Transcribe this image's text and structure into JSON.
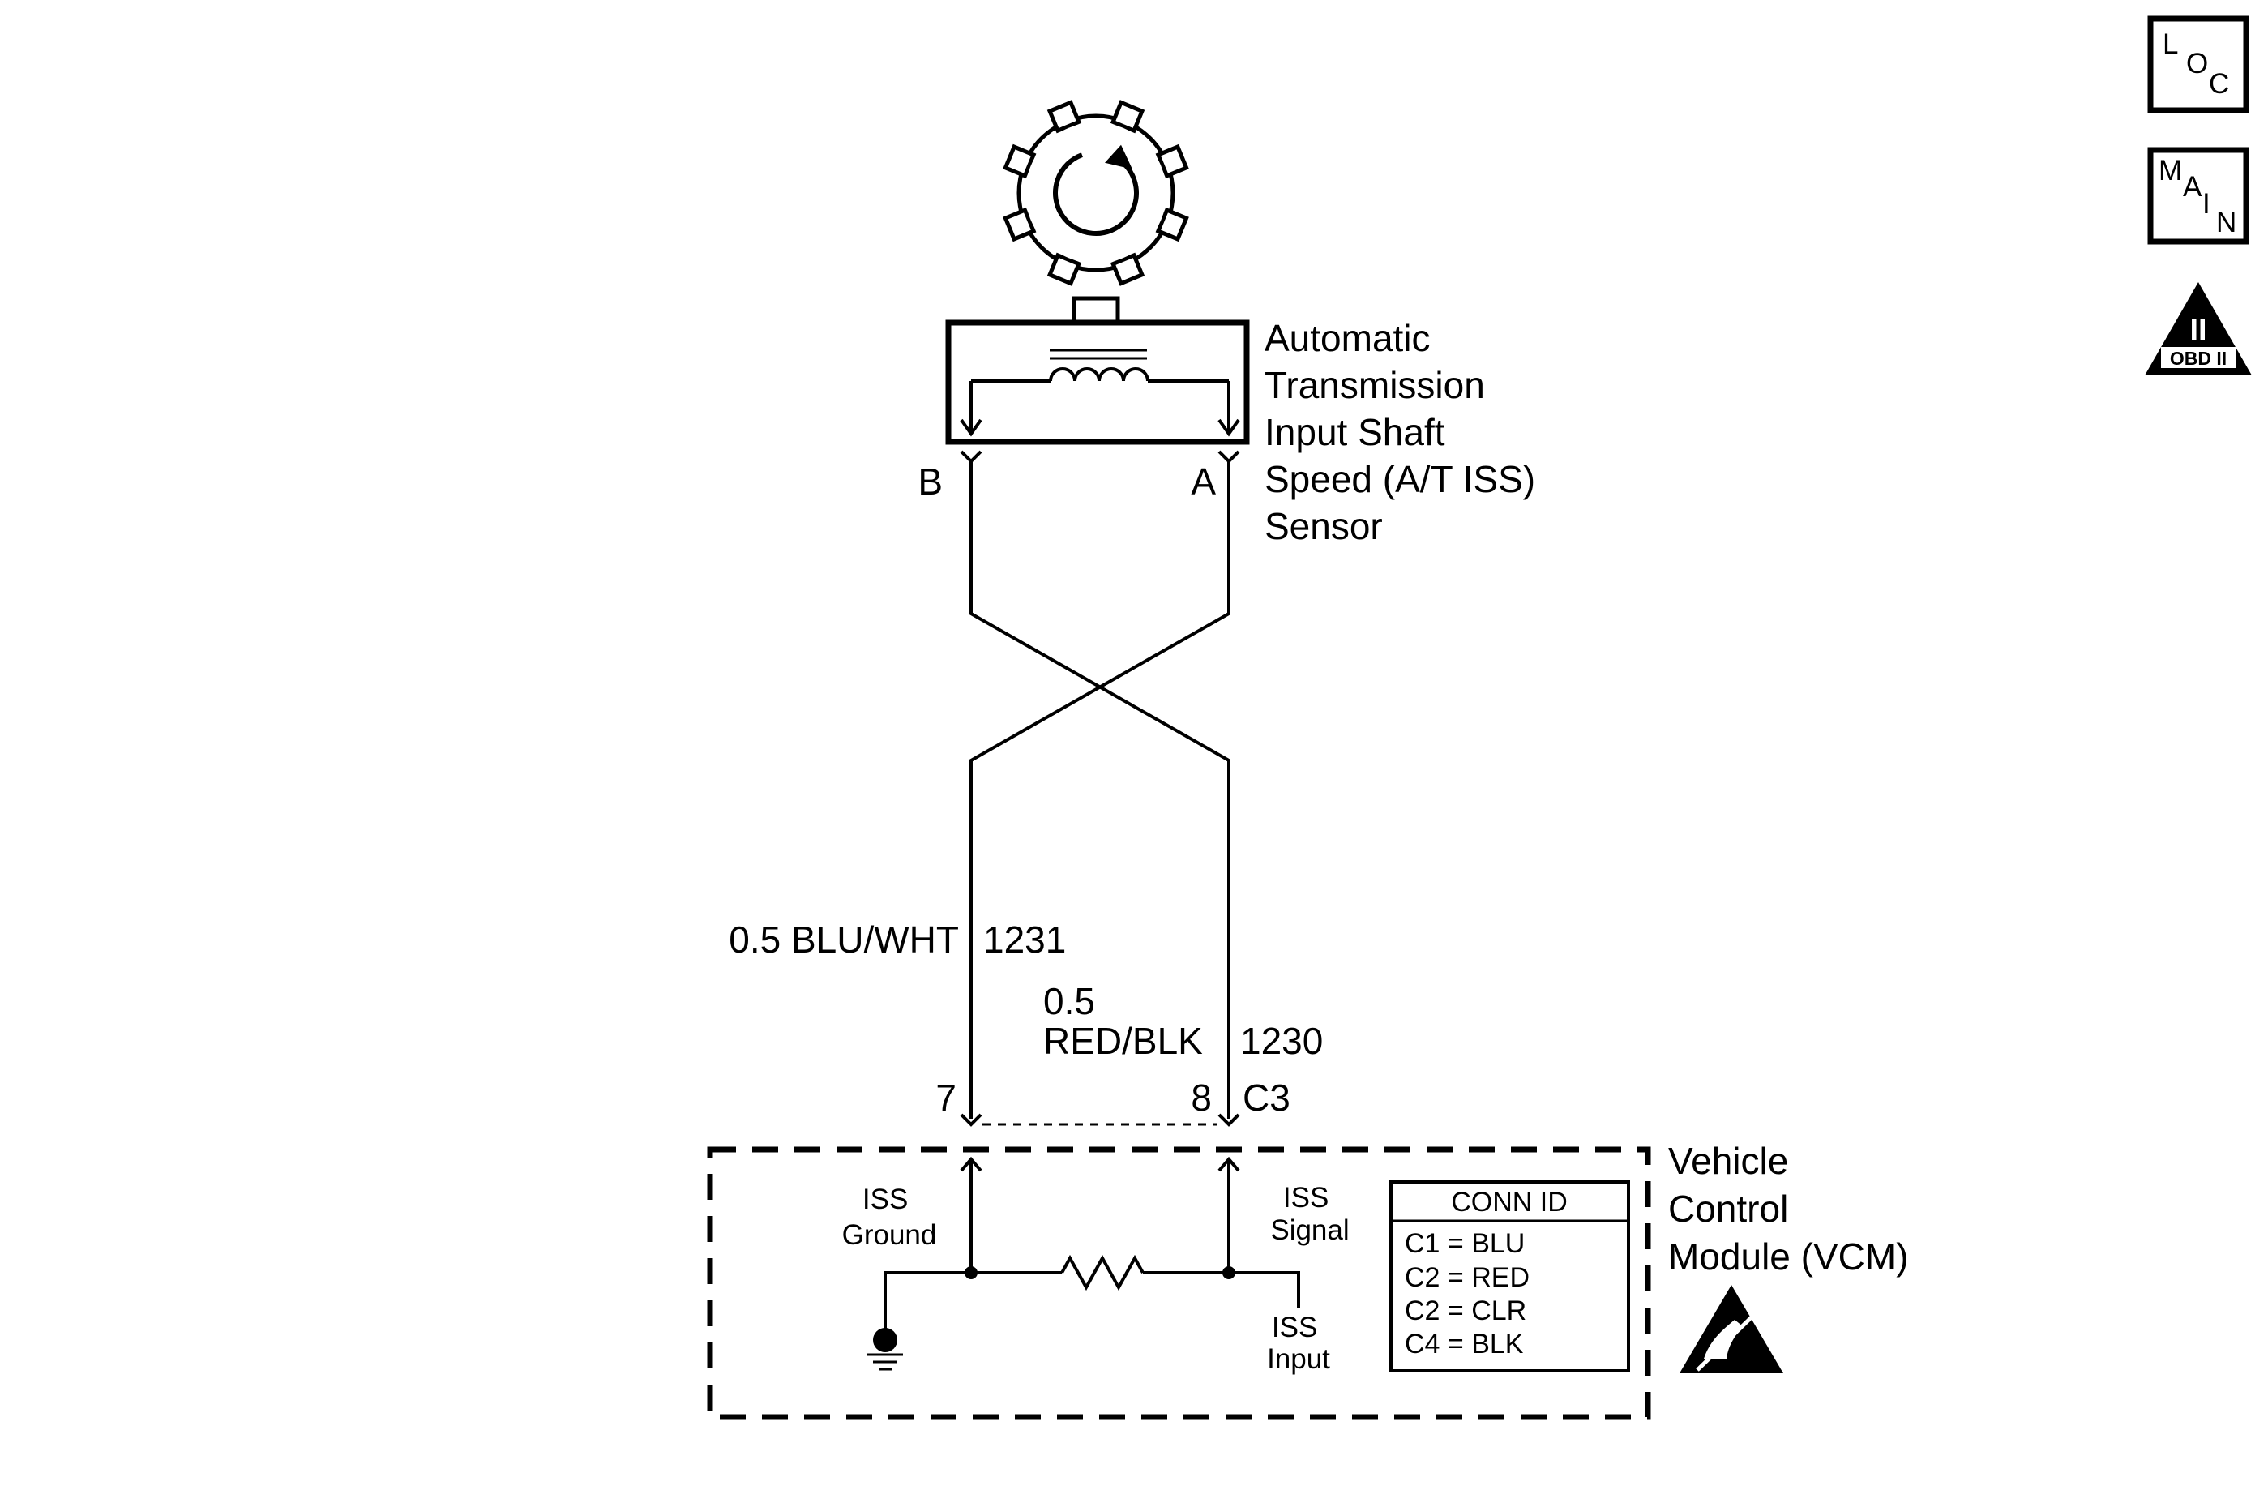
{
  "sensor": {
    "label_lines": [
      "Automatic",
      "Transmission",
      "Input Shaft",
      "Speed (A/T ISS)",
      "Sensor"
    ],
    "pin_a": "A",
    "pin_b": "B"
  },
  "wires": {
    "ground_wire": {
      "size_color": "0.5 BLU/WHT",
      "circuit": "1231"
    },
    "signal_wire": {
      "size": "0.5",
      "color": "RED/BLK",
      "circuit": "1230"
    }
  },
  "connector": {
    "pin_ground": "7",
    "pin_signal": "8",
    "connector_id": "C3"
  },
  "vcm": {
    "label_lines": [
      "Vehicle",
      "Control",
      "Module (VCM)"
    ],
    "iss_ground_lines": [
      "ISS",
      "Ground"
    ],
    "iss_signal_lines": [
      "ISS",
      "Signal"
    ],
    "iss_input_lines": [
      "ISS",
      "Input"
    ]
  },
  "conn_id_table": {
    "title": "CONN ID",
    "rows": [
      "C1 = BLU",
      "C2 = RED",
      "C2 = CLR",
      "C4 = BLK"
    ]
  },
  "side_icons": {
    "loc": {
      "letters": [
        "L",
        "O",
        "C"
      ]
    },
    "main": {
      "letters": [
        "M",
        "A",
        "I",
        "N"
      ]
    },
    "obd": {
      "numeral": "II",
      "caption": "OBD II"
    }
  }
}
